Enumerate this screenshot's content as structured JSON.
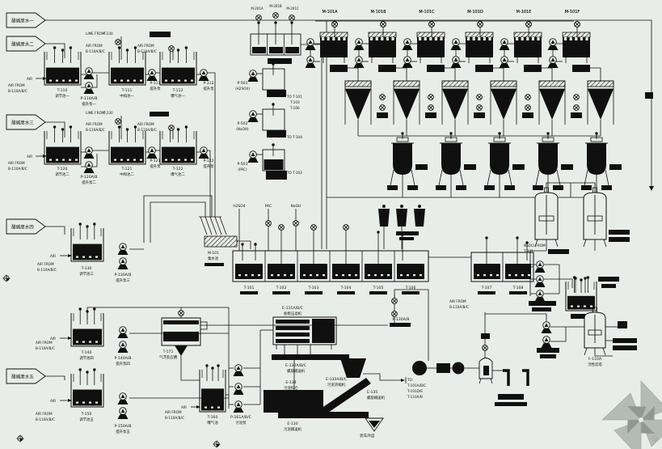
{
  "colors": {
    "background": "#e9ede9",
    "line": "#101010",
    "watermark": "#b2b8b3",
    "watermark_dark": "#8d948e"
  },
  "banners": [
    {
      "label": "酸碱废水一"
    },
    {
      "label": "酸碱废水二"
    },
    {
      "label": "酸碱废水三"
    },
    {
      "label": "酸碱废水四"
    },
    {
      "label": "酸碱废水五"
    }
  ],
  "top_units": [
    "M-101A",
    "M-101B",
    "M-101C",
    "M-101D",
    "M-101E",
    "M-101F"
  ],
  "motors": [
    "M-201A",
    "M-201B",
    "M-201C"
  ],
  "chem": {
    "h2so4": "H2SO4",
    "pac": "PAC",
    "naoh": "NaOH"
  },
  "equipment": {
    "T110": {
      "tag": "T-110",
      "name": "调节池一"
    },
    "P110": {
      "tag": "P-110A/B",
      "name": "提升泵一"
    },
    "T111": {
      "tag": "T-111",
      "name": "中和池一"
    },
    "P111": {
      "tag": "P-111",
      "name": "提升泵"
    },
    "T112": {
      "tag": "T-112",
      "name": "曝气池一"
    },
    "P112": {
      "tag": "P-112",
      "name": "提升泵"
    },
    "T120": {
      "tag": "T-120",
      "name": "调节池二"
    },
    "P120": {
      "tag": "P-120A/B",
      "name": "提升泵二"
    },
    "T121": {
      "tag": "T-121",
      "name": "中和池二"
    },
    "P121": {
      "tag": "P-121",
      "name": "提升泵"
    },
    "T122": {
      "tag": "T-122",
      "name": "曝气池二"
    },
    "P122": {
      "tag": "P-122",
      "name": "提升泵"
    },
    "T130": {
      "tag": "T-130",
      "name": "调节池三"
    },
    "P130": {
      "tag": "P-130A/B",
      "name": "提升泵三"
    },
    "T140": {
      "tag": "T-140",
      "name": "调节池四"
    },
    "P140": {
      "tag": "P-140A/B",
      "name": "提升泵四"
    },
    "T150": {
      "tag": "T-150",
      "name": "调节池五"
    },
    "P150": {
      "tag": "P-150A/B",
      "name": "提升泵五"
    },
    "T160": {
      "tag": "T-160",
      "name": "曝气池"
    },
    "T171": {
      "tag": "T-171",
      "name": "气浮反应槽"
    },
    "M101": {
      "tag": "M-101",
      "name": "集水池"
    },
    "T101": {
      "tag": "T-101"
    },
    "T102": {
      "tag": "T-102"
    },
    "T103": {
      "tag": "T-103"
    },
    "T104": {
      "tag": "T-104"
    },
    "T105": {
      "tag": "T-105"
    },
    "T106": {
      "tag": "T-106"
    },
    "T107": {
      "tag": "T-107"
    },
    "T108": {
      "tag": "T-108"
    },
    "P130b": {
      "tag": "P-130A/B"
    },
    "P161": {
      "tag": "P-161A/B/C",
      "name": "污泥泵"
    },
    "E131": {
      "tag": "E-131A/B/C",
      "name": "板框压滤机"
    },
    "E132": {
      "tag": "E-132A/B/C",
      "name": "螺旋输送机"
    },
    "E133": {
      "tag": "E-133A/B/C",
      "name": "污泥浓缩机"
    },
    "E134": {
      "tag": "E-134",
      "name": "污泥料仓"
    },
    "E135": {
      "tag": "E-135",
      "name": "螺旋输送机"
    },
    "E130": {
      "tag": "E-130",
      "name": "污泥输送机"
    },
    "F110A": {
      "tag": "F-110A",
      "name": "活性炭塔"
    },
    "P501": {
      "tag": "P-501",
      "name": "(H2SO4)"
    },
    "P502": {
      "tag": "P-502",
      "name": "(NaOH)"
    },
    "P503": {
      "tag": "P-503",
      "name": "(PAC)"
    }
  },
  "notes": {
    "air": "AIR",
    "airfrom1": "AIR FROM",
    "airfrom2": "B-110A/B/C",
    "lime1": "LIME FROM",
    "lime2": "T-230",
    "naocl1": "NaOCl FROM",
    "naocl2": "T-301",
    "d1a": "TO T-101",
    "d1b": "T-103",
    "d1c": "T-106",
    "d2": "TO T-104",
    "d3": "TO T-102",
    "to1": "TO:",
    "to2": "T-101A/B/C",
    "to3": "T-101D/E",
    "to4": "T-110A/B",
    "truck": "装车外运"
  }
}
